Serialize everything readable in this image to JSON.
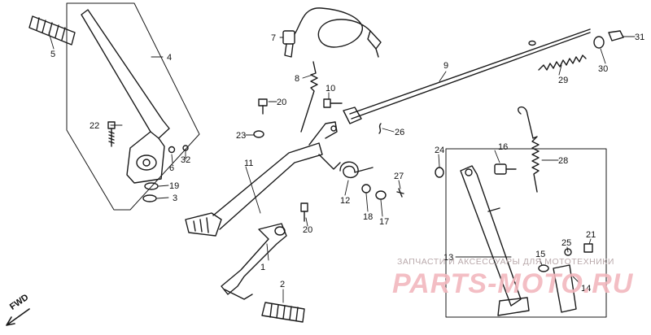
{
  "callouts": {
    "c1": "1",
    "c2": "2",
    "c3": "3",
    "c4": "4",
    "c5": "5",
    "c6": "6",
    "c7": "7",
    "c8": "8",
    "c9": "9",
    "c10": "10",
    "c11": "11",
    "c12": "12",
    "c13": "13",
    "c14": "14",
    "c15": "15",
    "c16": "16",
    "c17": "17",
    "c18": "18",
    "c19": "19",
    "c20a": "20",
    "c20b": "20",
    "c21": "21",
    "c22": "22",
    "c23": "23",
    "c24": "24",
    "c25": "25",
    "c26": "26",
    "c27": "27",
    "c28": "28",
    "c29": "29",
    "c30": "30",
    "c31": "31",
    "c32": "32"
  },
  "direction_label": "FWD",
  "watermark": {
    "caption": "ЗАПЧАСТИ И АКСЕССУАРЫ ДЛЯ МОТОТЕХНИКИ",
    "site": "PARTS-MOTO.RU"
  },
  "colors": {
    "line": "#1a1a1a",
    "watermark_text": "#f2b8be"
  }
}
